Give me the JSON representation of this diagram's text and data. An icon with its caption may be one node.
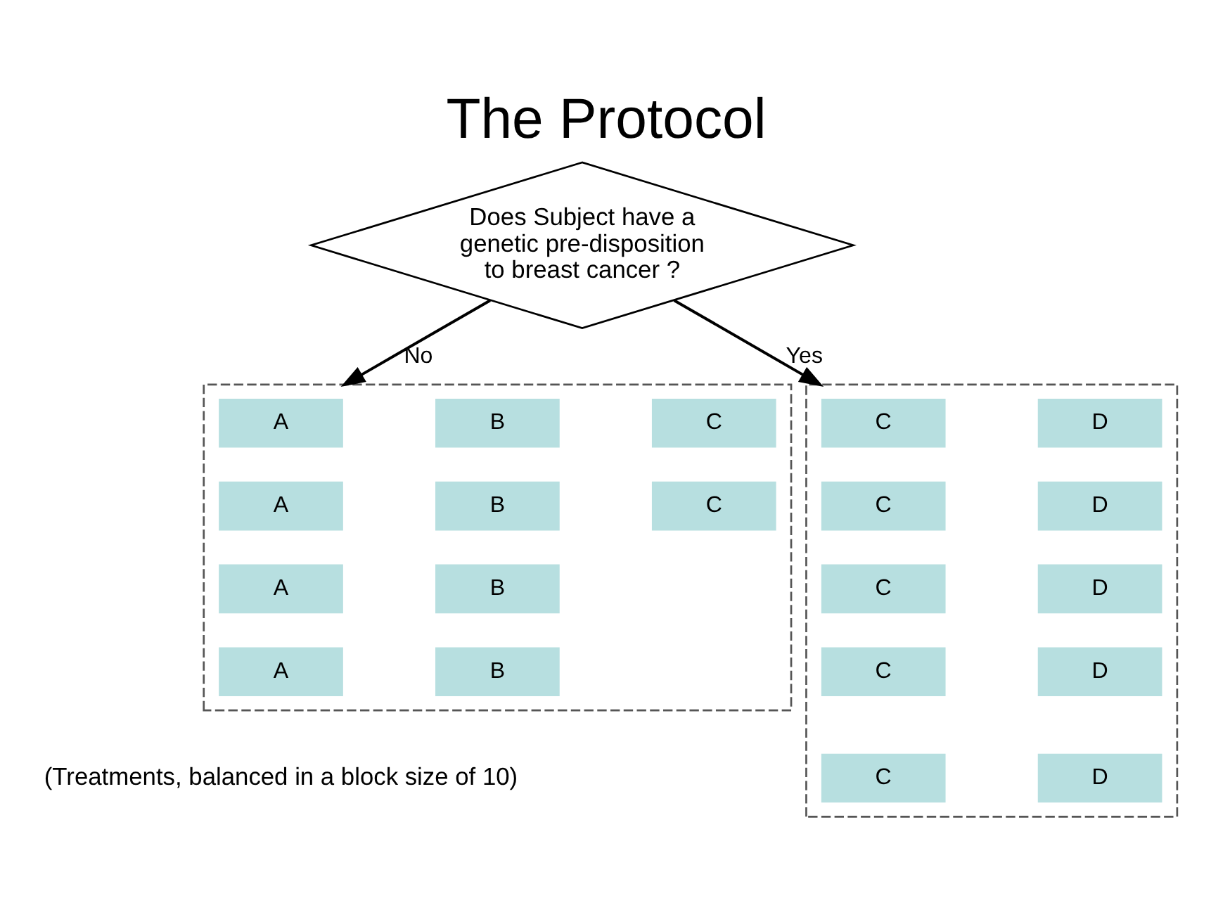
{
  "diagram": {
    "title": "The Protocol",
    "nodes": [
      {
        "text": [
          "Does Subject have a genetic pre-disposition to breast cancer ?"
        ]
      },
      {
        "text": [],
        "shape": "box"
      },
      {
        "text": [
          "A"
        ],
        "in": 1
      },
      {
        "text": [
          "B"
        ],
        "in": 1
      },
      {
        "text": [
          "C"
        ],
        "in": 1
      },
      {
        "text": [
          "A"
        ],
        "in": 1
      },
      {
        "text": [
          "B"
        ],
        "in": 1
      },
      {
        "text": [
          "C"
        ],
        "in": 1
      },
      {
        "text": [
          "A"
        ],
        "in": 1
      },
      {
        "text": [
          "B"
        ],
        "in": 1
      },
      {
        "text": [
          "A"
        ],
        "in": 1
      },
      {
        "text": [
          "B"
        ],
        "in": 1
      },
      {
        "text": [],
        "shape": "box"
      },
      {
        "text": [
          "C"
        ],
        "in": 12
      },
      {
        "text": [
          "D"
        ],
        "in": 12
      },
      {
        "text": [
          "C"
        ],
        "in": 12
      },
      {
        "text": [
          "D"
        ],
        "in": 12
      },
      {
        "text": [
          "C"
        ],
        "in": 12
      },
      {
        "text": [
          "D"
        ],
        "in": 12
      },
      {
        "text": [
          "C"
        ],
        "in": 12
      },
      {
        "text": [
          "D"
        ],
        "in": 12
      },
      {
        "text": [
          "C"
        ],
        "in": 12
      },
      {
        "text": [
          "D"
        ],
        "in": 12
      }
    ],
    "edges": [
      {
        "from": 0,
        "to": 1,
        "arrow": "to",
        "label": "No"
      },
      {
        "from": 0,
        "to": 12,
        "arrow": "to",
        "label": "Yes"
      }
    ],
    "labels": [
      "(Treatments, balanced in a block size of 10)"
    ]
  }
}
